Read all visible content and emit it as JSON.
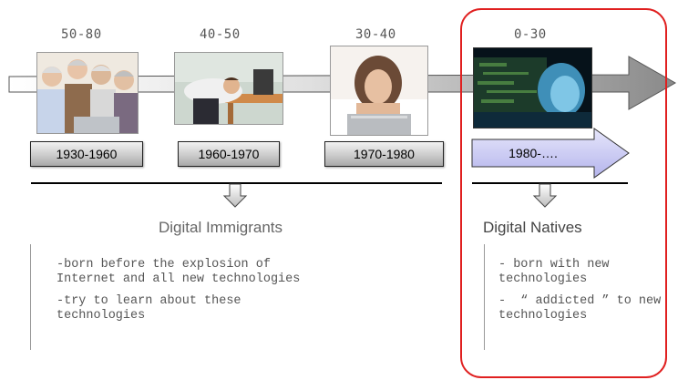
{
  "ages": [
    "50-80",
    "40-50",
    "30-40",
    "0-30"
  ],
  "eras": [
    "1930-1960",
    "1960-1970",
    "1970-1980",
    "1980-…."
  ],
  "groups": {
    "immigrants": {
      "title": "Digital Immigrants",
      "points": [
        "-born before the explosion of Internet and all new technologies",
        "-try to learn about these technologies"
      ]
    },
    "natives": {
      "title": "Digital Natives",
      "points": [
        "- born with new technologies",
        "-  “ addicted ” to new technologies"
      ]
    }
  },
  "colors": {
    "highlight_border": "#e02020",
    "native_era_fill": "#c8c8f4",
    "timeline_arrow": "#9a9a9a"
  }
}
